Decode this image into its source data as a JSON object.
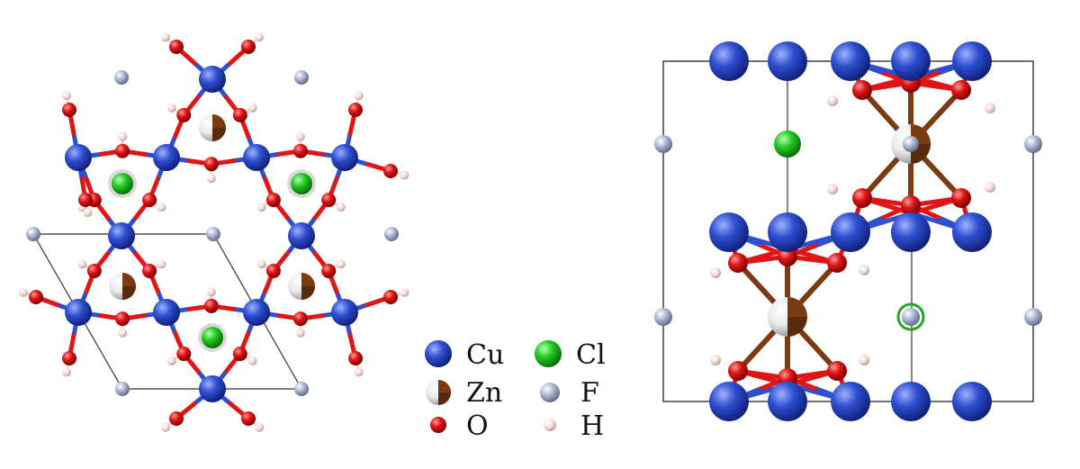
{
  "legend": {
    "items": [
      {
        "label": "Cu",
        "element": "cu"
      },
      {
        "label": "Cl",
        "element": "cl"
      },
      {
        "label": "Zn",
        "element": "zn"
      },
      {
        "label": "F",
        "element": "f"
      },
      {
        "label": "O",
        "element": "o"
      },
      {
        "label": "H",
        "element": "h"
      }
    ]
  },
  "colors": {
    "cu": "#2f4fd0",
    "cl": "#22cc22",
    "zn_light": "#e8e8e8",
    "zn_dark": "#7a3a12",
    "f": "#aab4d0",
    "o": "#e01515",
    "h": "#f3d9d4",
    "cell": "#333333"
  }
}
